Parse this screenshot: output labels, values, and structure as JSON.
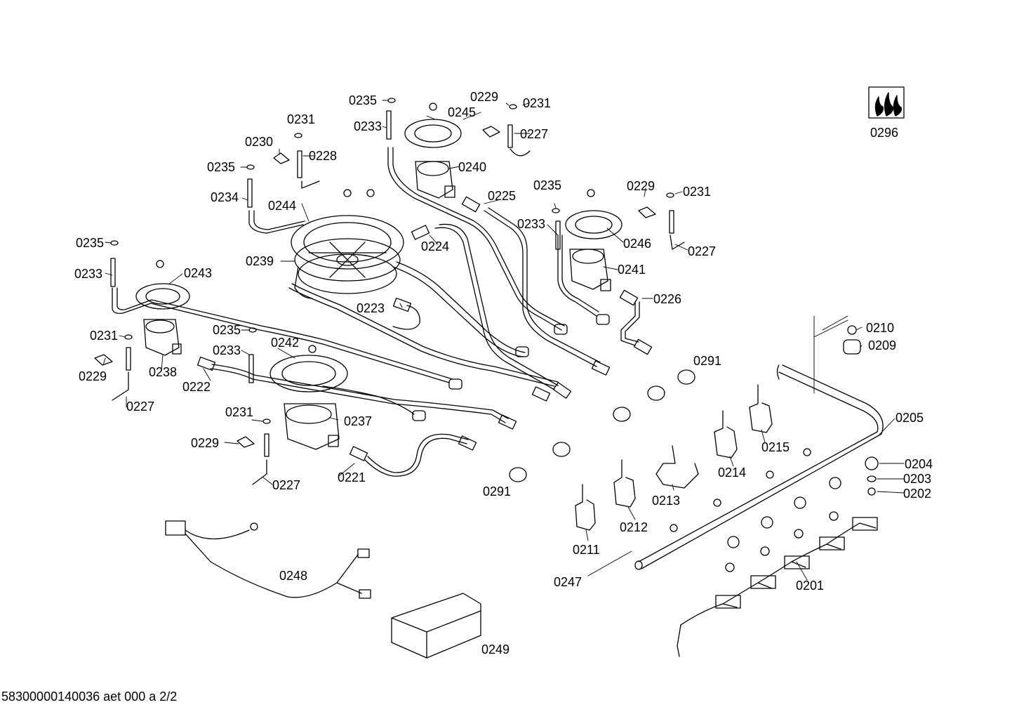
{
  "diagram": {
    "labels": {
      "l0235a": "0235",
      "l0233a": "0233",
      "l0245": "0245",
      "l0229a": "0229",
      "l0231a": "0231",
      "l0227a": "0227",
      "l0240": "0240",
      "l0231b": "0231",
      "l0230": "0230",
      "l0228": "0228",
      "l0235b": "0235",
      "l0234": "0234",
      "l0244": "0244",
      "l0239": "0239",
      "l0224": "0224",
      "l0225": "0225",
      "l0235c": "0235",
      "l0233c": "0233",
      "l0229c": "0229",
      "l0231c": "0231",
      "l0246": "0246",
      "l0227c": "0227",
      "l0241": "0241",
      "l0235d": "0235",
      "l0233d": "0233",
      "l0243": "0243",
      "l0223": "0223",
      "l0226": "0226",
      "l0231d": "0231",
      "l0229d": "0229",
      "l0238": "0238",
      "l0227d": "0227",
      "l0235e": "0235",
      "l0233e": "0233",
      "l0242": "0242",
      "l0222": "0222",
      "l0231e": "0231",
      "l0237": "0237",
      "l0229e": "0229",
      "l0227e": "0227",
      "l0221": "0221",
      "l0291a": "0291",
      "l0291b": "0291",
      "l0210": "0210",
      "l0209": "0209",
      "l0205": "0205",
      "l0215": "0215",
      "l0214": "0214",
      "l0213": "0213",
      "l0212": "0212",
      "l0211": "0211",
      "l0204": "0204",
      "l0203": "0203",
      "l0202": "0202",
      "l0201": "0201",
      "l0247": "0247",
      "l0248": "0248",
      "l0249": "0249",
      "l0296": "0296"
    }
  },
  "footer": {
    "doc_code": "58300000140036 aet 000 a 2/2"
  }
}
